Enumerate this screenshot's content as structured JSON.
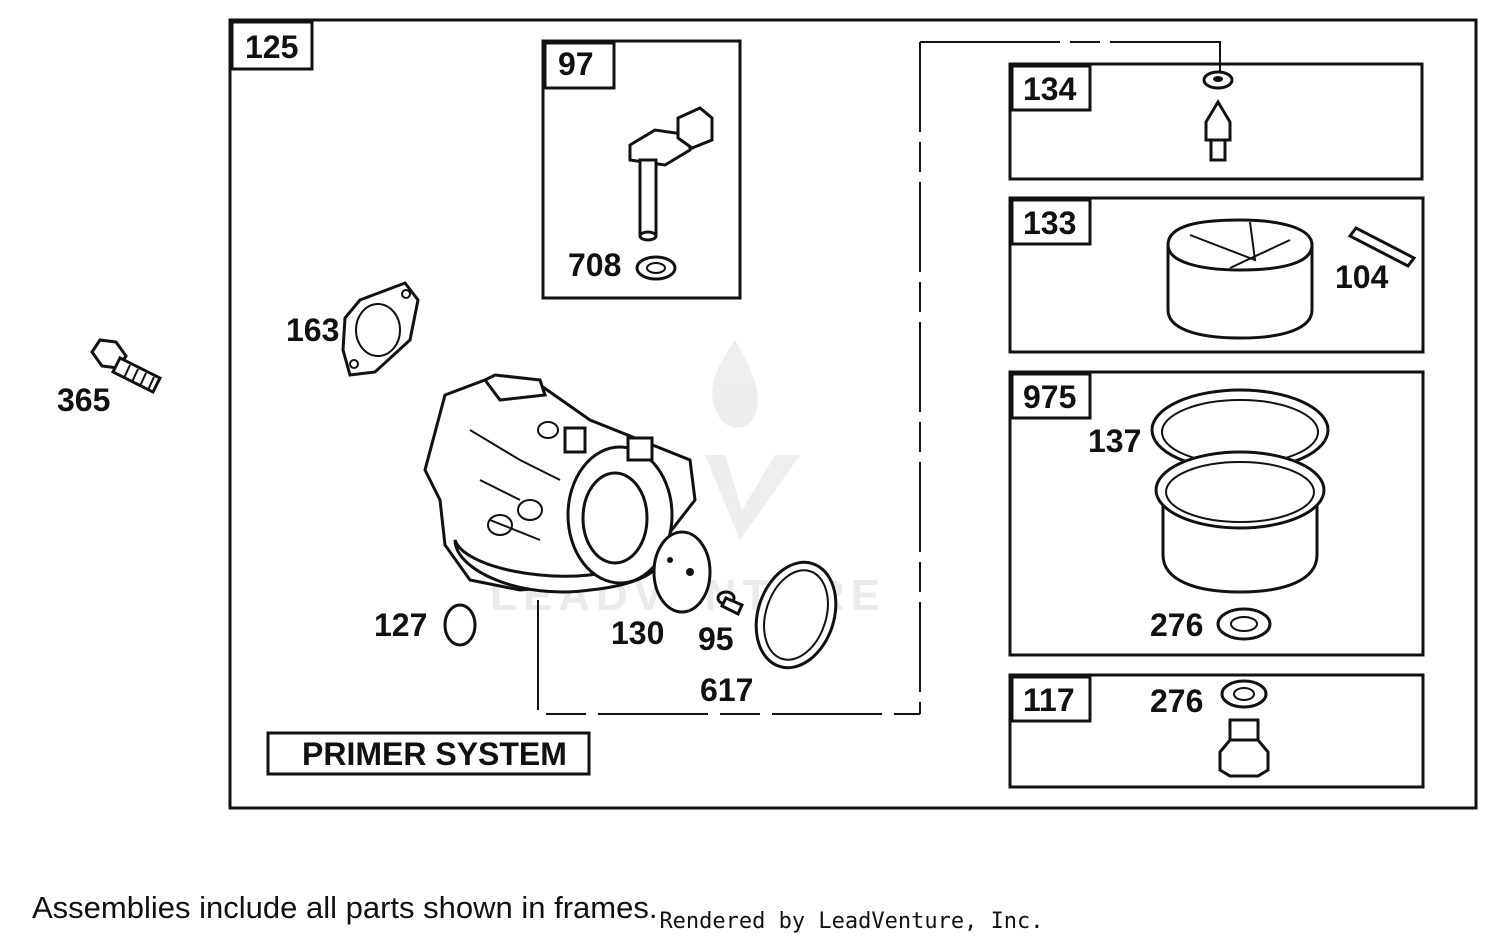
{
  "labels": {
    "main_assembly": "125",
    "primer_assembly": "97",
    "needle_assembly": "134",
    "float_assembly": "133",
    "bowl_assembly": "975",
    "bowl_nut_assembly": "117",
    "bolt": "365",
    "gasket": "163",
    "primer_bulb": "708",
    "welch_plug": "127",
    "throttle_plate": "130",
    "screw": "95",
    "o_ring": "617",
    "hinge_pin": "104",
    "bowl_gasket": "137",
    "washer_bowl": "276",
    "washer_nut": "276"
  },
  "primer_system_label": "PRIMER SYSTEM",
  "watermark": "LEADVENTURE",
  "footer": {
    "note": "Assemblies include all parts shown in frames.",
    "credit": "Rendered by LeadVenture, Inc."
  }
}
